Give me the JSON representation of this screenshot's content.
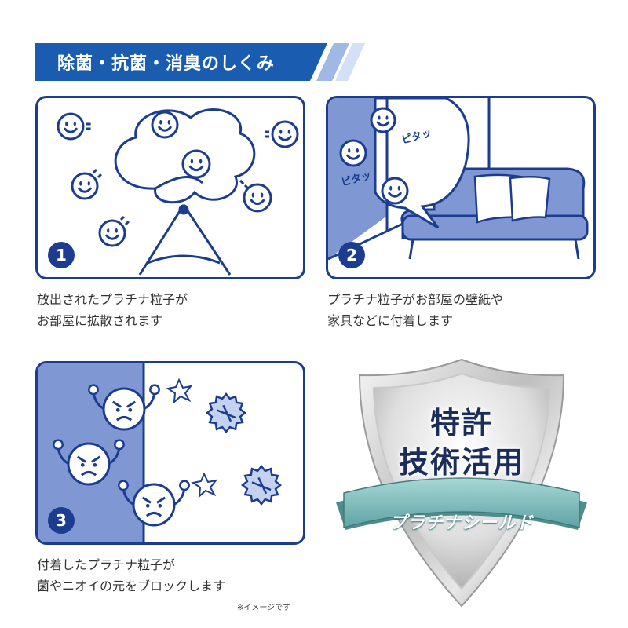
{
  "header": {
    "title": "除菌・抗菌・消臭のしくみ"
  },
  "panels": [
    {
      "number": "1",
      "caption_lines": [
        "放出されたプラチナ粒子が",
        "お部屋に拡散されます"
      ]
    },
    {
      "number": "2",
      "caption_lines": [
        "プラチナ粒子がお部屋の壁紙や",
        "家具などに付着します"
      ],
      "sound_1": "ピタッ",
      "sound_2": "ピタッ"
    },
    {
      "number": "3",
      "caption_lines": [
        "付着したプラチナ粒子が",
        "菌やニオイの元をブロックします"
      ]
    }
  ],
  "note": "※イメージです",
  "badge": {
    "line_1": "特許",
    "line_2": "技術活用",
    "ribbon": "プラチナシールド"
  },
  "colors": {
    "navy": "#1c3d8f",
    "header_blue": "#1a5cb0",
    "panel_fill": "#7f97d3",
    "ribbon": "#8cc7c6"
  },
  "icons": [
    "smiley-particle-icon",
    "angry-germ-icon",
    "blocked-germ-icon",
    "spray-diffuser-icon",
    "sofa-icon",
    "shield-badge-icon"
  ]
}
